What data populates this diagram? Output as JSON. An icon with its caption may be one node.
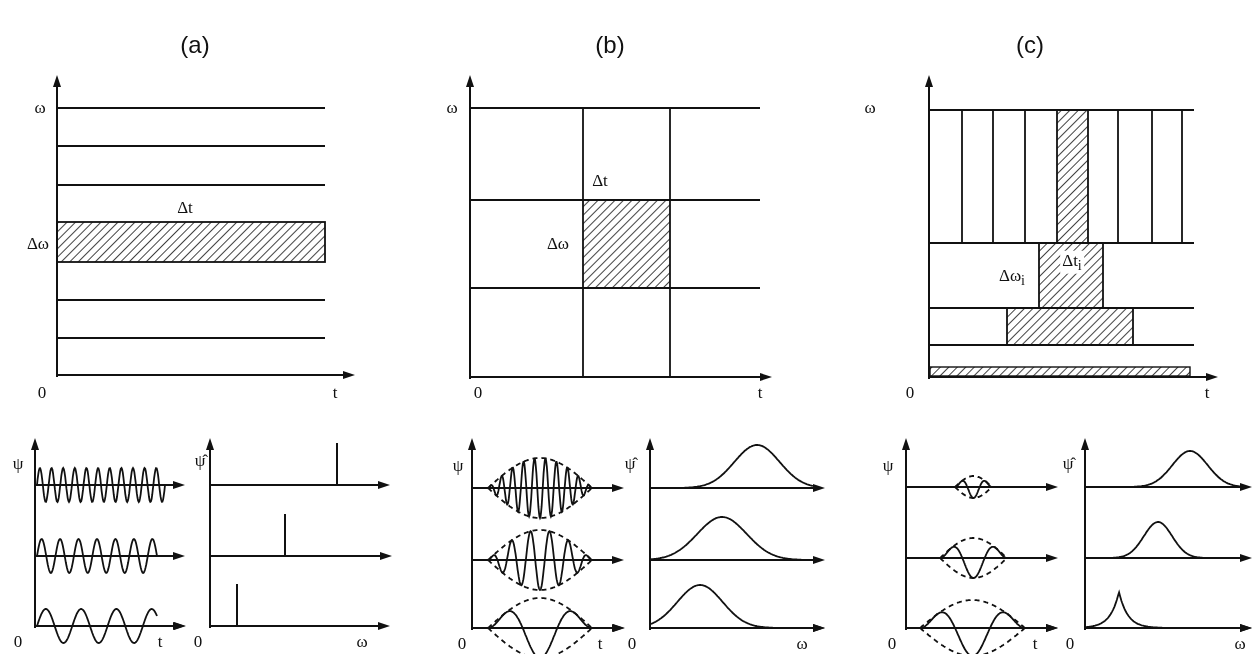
{
  "diagram": {
    "labels": [
      "(a)",
      "(b)",
      "(c)",
      "ω",
      "Δt",
      "Δω",
      "0",
      "t",
      "ω",
      "Δt",
      "Δω",
      "0",
      "t",
      "ω",
      "Δt$_{i}$",
      "Δω$_{i}$",
      "0",
      "t",
      "ψ",
      "ψ̂",
      "0",
      "t",
      "0",
      "ω",
      "ψ",
      "ψ̂",
      "0",
      "t",
      "0",
      "ω",
      "ψ",
      "ψ̂",
      "0",
      "t",
      "0",
      "ω"
    ]
  }
}
